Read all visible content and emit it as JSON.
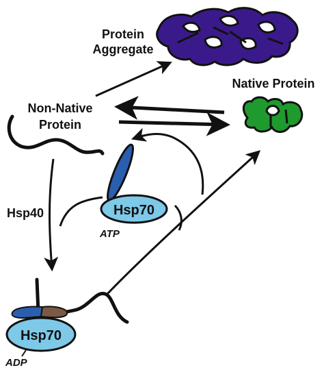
{
  "labels": {
    "protein_aggregate_line1": "Protein",
    "protein_aggregate_line2": "Aggregate",
    "native_protein": "Native Protein",
    "non_native_line1": "Non-Native",
    "non_native_line2": "Protein",
    "hsp40": "Hsp40",
    "hsp70_atp": "Hsp70",
    "atp": "ATP",
    "hsp70_adp": "Hsp70",
    "adp": "ADP"
  },
  "colors": {
    "aggregate_fill": "#3a1a8a",
    "native_fill": "#1e9a2e",
    "hsp70_fill": "#7ec8e8",
    "lid_blue": "#2a5fb0",
    "lid_brown": "#7a5a44",
    "line": "#111111"
  }
}
